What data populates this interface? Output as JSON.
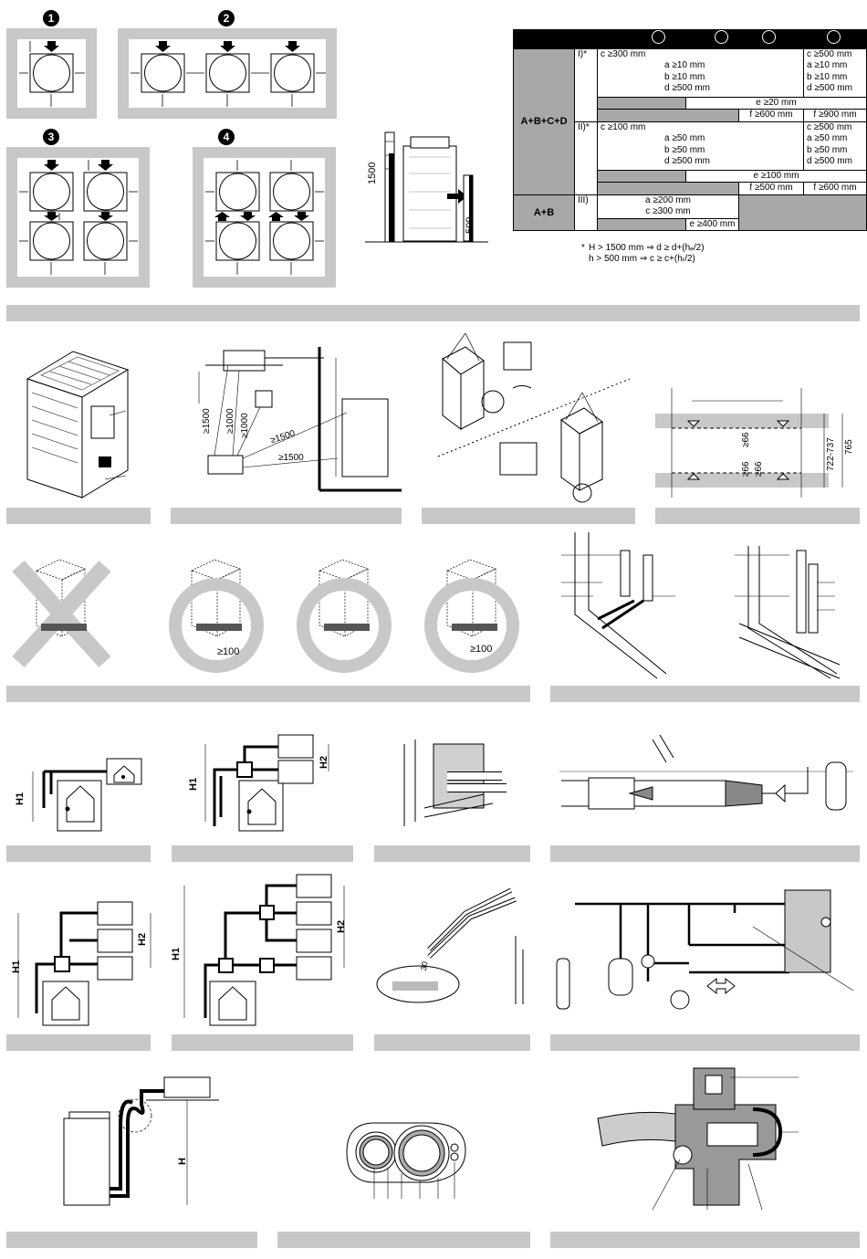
{
  "clearance": {
    "numbers": [
      "1",
      "2",
      "3",
      "4"
    ],
    "height_left": "1500",
    "height_right": "500"
  },
  "table": {
    "rows": [
      {
        "group": "A+B+C+D",
        "case": "I)*",
        "col1": [
          "c ≥300 mm",
          "a ≥10 mm",
          "b ≥10 mm",
          "d ≥500 mm"
        ],
        "col4": [
          "c ≥500 mm",
          "a ≥10 mm",
          "b ≥10 mm",
          "d ≥500 mm"
        ],
        "e": "e ≥20 mm",
        "f1": "f ≥600 mm",
        "f2": "f ≥900 mm"
      },
      {
        "case": "II)*",
        "col1": [
          "c ≥100 mm",
          "a ≥50 mm",
          "b ≥50 mm",
          "d ≥500 mm"
        ],
        "col4": [
          "c ≥500 mm",
          "a ≥50 mm",
          "b ≥50 mm",
          "d ≥500 mm"
        ],
        "e": "e ≥100 mm",
        "f1": "f ≥500 mm",
        "f2": "f ≥600 mm"
      },
      {
        "group": "A+B",
        "case": "III)",
        "col1": [
          "a ≥200 mm",
          "c ≥300 mm"
        ],
        "e": "e ≥400 mm"
      }
    ],
    "footnote_star": "*",
    "footnote1": "H > 1500 mm ⇒ d ≥ d+(hₑ/2)",
    "footnote2": "h > 500 mm ⇒ c ≥ c+(hᵣ/2)"
  },
  "install": {
    "dim1500a": "≥1500",
    "dim1000a": "≥1000",
    "dim1000b": "≥1000",
    "dim1500b": "≥1500",
    "dim1500c": "≥1500",
    "dim66a": "≥66",
    "dim66b": "≥66",
    "dim66c": "≥66",
    "dim722": "722-737",
    "dim765": "765"
  },
  "foundation": {
    "dim100a": "≥100",
    "dim100b": "≥100"
  },
  "piping": {
    "h1": "H1",
    "h2": "H2",
    "h": "H",
    "dim30": "30"
  }
}
